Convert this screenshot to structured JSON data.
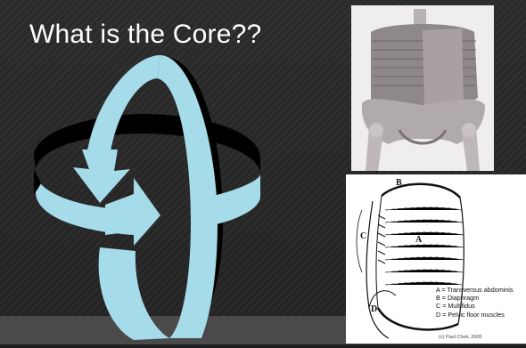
{
  "slide": {
    "title": "What is the Core??"
  },
  "diagram": {
    "labels": {
      "a": "A",
      "b": "B",
      "c": "C",
      "d": "D"
    },
    "legend": [
      "A = Transversus abdominis",
      "B = Diaphragm",
      "C = Multifidus",
      "D = Pelvic floor muscles"
    ],
    "credit": "(c) Paul Chek, 2000"
  },
  "colors": {
    "ring_light": "#a6dcea",
    "ring_dark": "#000000",
    "background": "#262626"
  }
}
